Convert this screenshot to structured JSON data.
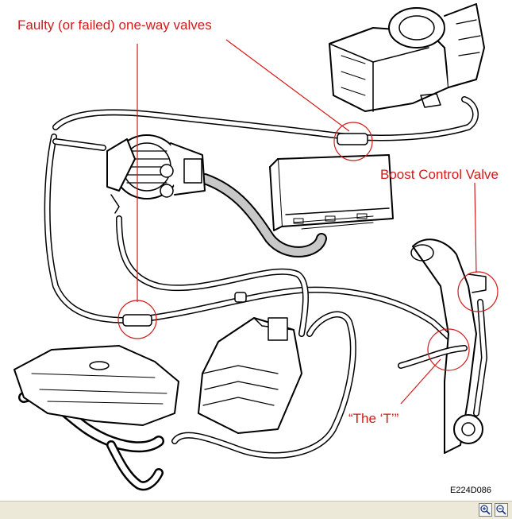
{
  "labels": {
    "faulty_valves": "Faulty (or failed) one-way valves",
    "boost_valve": "Boost Control Valve",
    "the_t": "“The ‘T’”"
  },
  "figure_code": "E224D086",
  "toolbar": {
    "zoom_in_icon": "magnifier-plus",
    "zoom_out_icon": "magnifier-minus"
  },
  "colors": {
    "annotation": "#d41a1a",
    "line": "#000000"
  }
}
